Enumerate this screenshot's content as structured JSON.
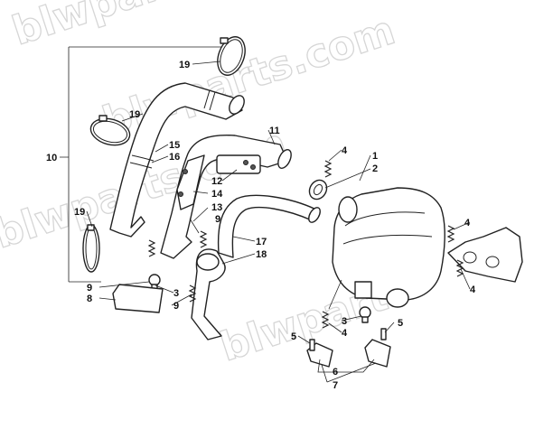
{
  "watermark": {
    "text_lines": [
      "blwparts",
      "blwparts.com",
      "blwparts.com",
      "blwparts"
    ],
    "color": "#d6d6d6"
  },
  "callouts": {
    "c1": "1",
    "c2": "2",
    "c3a": "3",
    "c3b": "3",
    "c4a": "4",
    "c4b": "4",
    "c4c": "4",
    "c4d": "4",
    "c5a": "5",
    "c5b": "5",
    "c6": "6",
    "c7": "7",
    "c8": "8",
    "c9a": "9",
    "c9b": "9",
    "c9c": "9",
    "c10": "10",
    "c11": "11",
    "c12": "12",
    "c13": "13",
    "c14": "14",
    "c15": "15",
    "c16": "16",
    "c17": "17",
    "c18": "18",
    "c19a": "19",
    "c19b": "19",
    "c19c": "19"
  },
  "colors": {
    "line": "#222222",
    "background": "#ffffff"
  }
}
